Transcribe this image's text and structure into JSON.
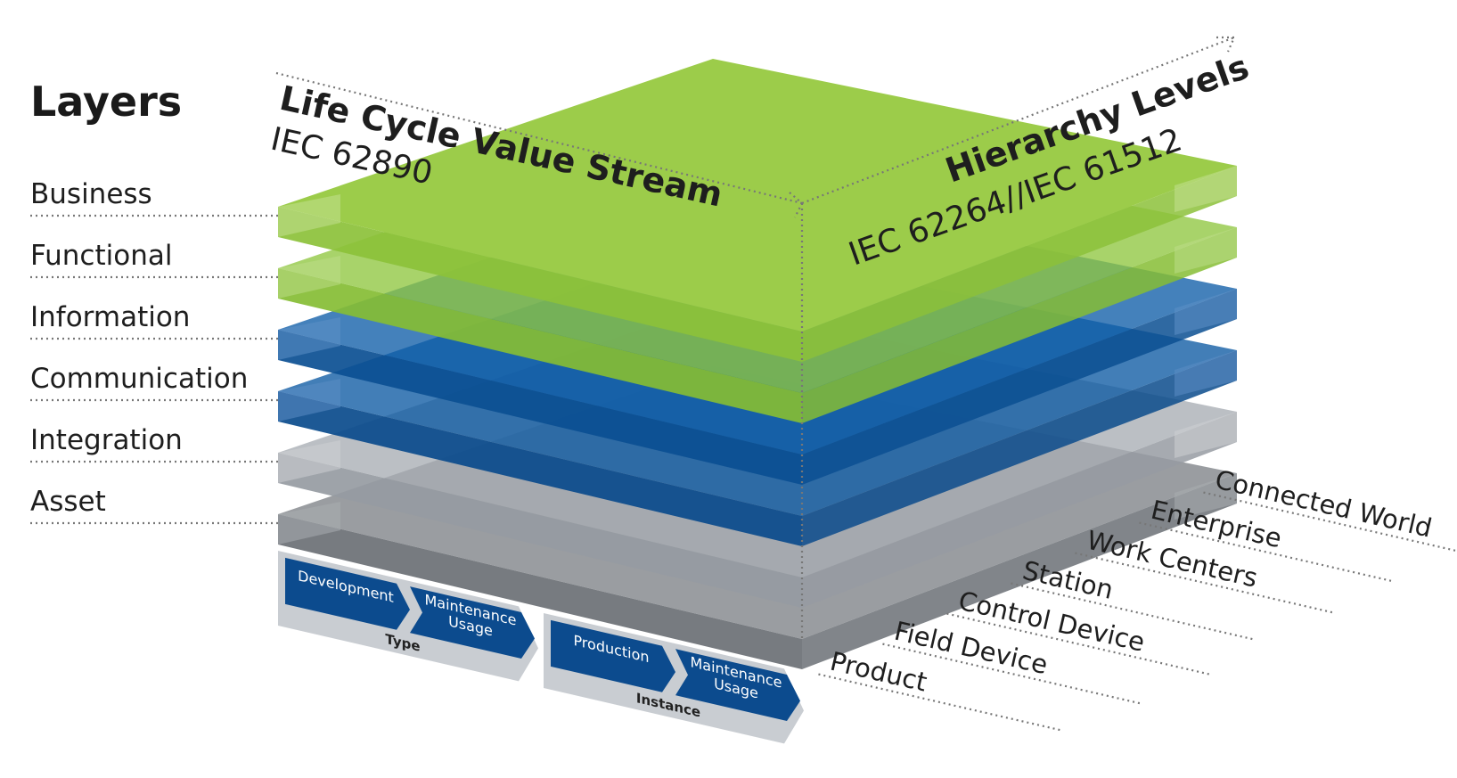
{
  "diagram": {
    "layers_title": "Layers",
    "layers": [
      {
        "key": "business",
        "label": "Business",
        "top": "#9ccc4a",
        "side": "#8cc13a",
        "edge": "#c3e08f"
      },
      {
        "key": "functional",
        "label": "Functional",
        "top": "#8fc640",
        "side": "#86bd34",
        "edge": "#bcdc86"
      },
      {
        "key": "information",
        "label": "Information",
        "top": "#0f5ea8",
        "side": "#0b4f92",
        "edge": "#5d8fc7"
      },
      {
        "key": "communication",
        "label": "Communication",
        "top": "#0d5aa3",
        "side": "#0a4b8c",
        "edge": "#5b8dc5"
      },
      {
        "key": "integration",
        "label": "Integration",
        "top": "#a8adb4",
        "side": "#969ba2",
        "edge": "#cdd0d4"
      },
      {
        "key": "asset",
        "label": "Asset",
        "top": "#7d8287",
        "side": "#6b7075",
        "edge": "#a9adb1"
      }
    ],
    "life_cycle": {
      "title": "Life Cycle Value Stream",
      "standard": "IEC 62890"
    },
    "hierarchy": {
      "title": "Hierarchy Levels",
      "standard": "IEC 62264//IEC 61512"
    },
    "hierarchy_levels": [
      "Connected World",
      "Enterprise",
      "Work Centers",
      "Station",
      "Control Device",
      "Field Device",
      "Product"
    ],
    "life_cycle_groups": [
      {
        "name": "Type",
        "stages": [
          "Development",
          "Maintenance Usage"
        ]
      },
      {
        "name": "Instance",
        "stages": [
          "Production",
          "Maintenance Usage"
        ]
      }
    ],
    "colors": {
      "green": "#8cc13a",
      "blue": "#0b4f92",
      "grey": "#7d8287",
      "chevron": "#0c4b8e",
      "band": "#c9cdd2"
    }
  }
}
